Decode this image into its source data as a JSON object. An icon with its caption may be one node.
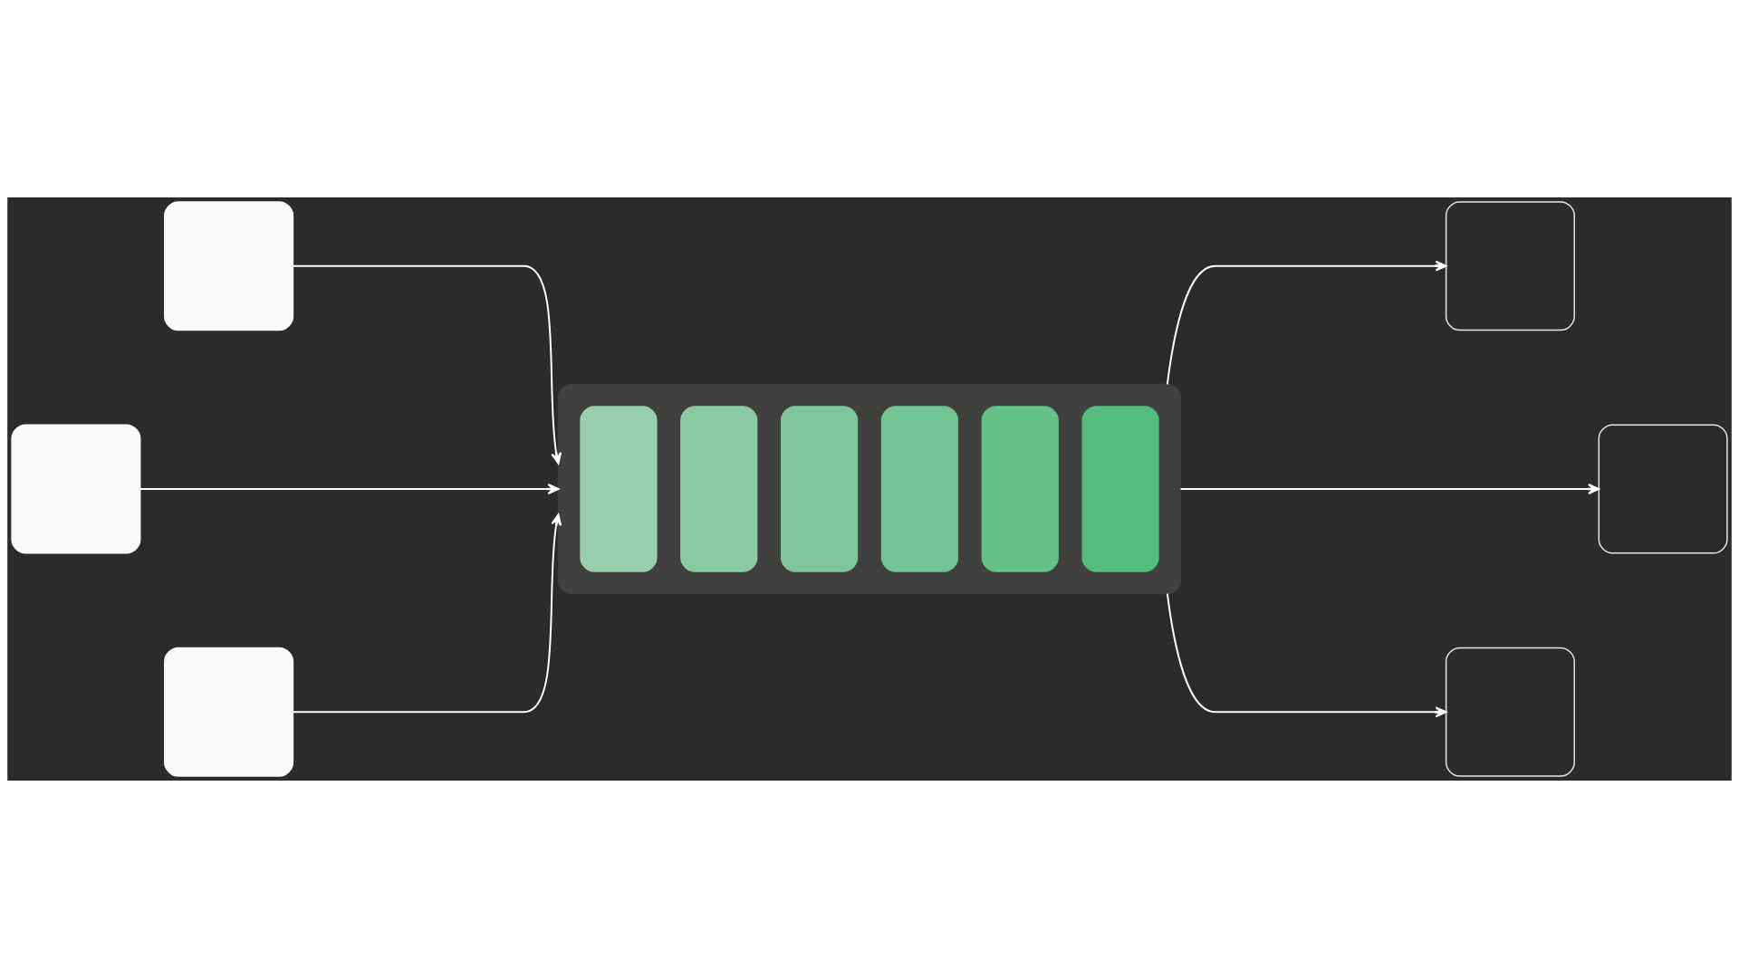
{
  "diagram": {
    "nodes": [
      {
        "text": [],
        "shape": "box"
      },
      {
        "text": [],
        "shape": "box"
      },
      {
        "text": [],
        "shape": "box"
      },
      {
        "text": [],
        "shape": "box"
      },
      {
        "text": [],
        "shape": "bar",
        "in": 3
      },
      {
        "text": [],
        "shape": "bar",
        "in": 3
      },
      {
        "text": [],
        "shape": "bar",
        "in": 3
      },
      {
        "text": [],
        "shape": "bar",
        "in": 3
      },
      {
        "text": [],
        "shape": "bar",
        "in": 3
      },
      {
        "text": [],
        "shape": "bar",
        "in": 3
      },
      {
        "text": [],
        "shape": "box"
      },
      {
        "text": [],
        "shape": "box"
      },
      {
        "text": [],
        "shape": "box"
      }
    ],
    "edges": [
      {
        "from": 0,
        "to": 3,
        "arrow": "to"
      },
      {
        "from": 1,
        "to": 3,
        "arrow": "to"
      },
      {
        "from": 2,
        "to": 3,
        "arrow": "to"
      },
      {
        "from": 3,
        "to": 10,
        "arrow": "to"
      },
      {
        "from": 3,
        "to": 11,
        "arrow": "to"
      },
      {
        "from": 3,
        "to": 12,
        "arrow": "to"
      }
    ]
  }
}
